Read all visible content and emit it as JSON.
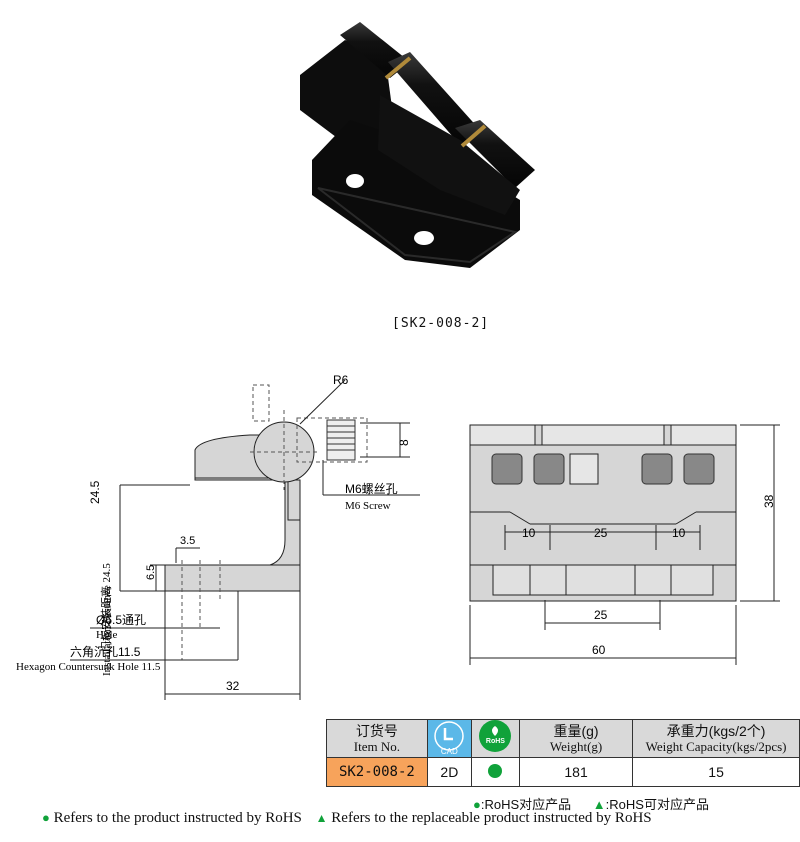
{
  "product": {
    "code_label": "[SK2-008-2]"
  },
  "side_view": {
    "radius_label": "R6",
    "height_screw": "8",
    "screw_label_cn": "M6螺丝孔",
    "screw_label_en": "M6 Screw",
    "install_distance_value": "24.5",
    "install_distance_cn": "门板安装距离",
    "install_distance_en": "Installation Distance 24.5",
    "dim_3_5": "3.5",
    "dim_6_5": "6.5",
    "hole_cn": "Ø6.5通孔",
    "hole_en": "Hole",
    "hex_cn": "六角沉孔11.5",
    "hex_en": "Hexagon Countersunk Hole 11.5",
    "width": "32"
  },
  "front_view": {
    "dim_10_left": "10",
    "dim_25_top": "25",
    "dim_10_right": "10",
    "height": "38",
    "dim_25_bottom": "25",
    "width": "60"
  },
  "table": {
    "headers": {
      "item_cn": "订货号",
      "item_en": "Item No.",
      "cad_badge": "CAD",
      "rohs_badge": "RoHS",
      "weight_cn": "重量(g)",
      "weight_en": "Weight(g)",
      "capacity_cn": "承重力(kgs/2个)",
      "capacity_en": "Weight Capacity(kgs/2pcs)"
    },
    "row": {
      "item_no": "SK2-008-2",
      "cad": "2D",
      "weight": "181",
      "capacity": "15"
    }
  },
  "legend": {
    "dot_cn": ":RoHS对应产品",
    "tri_cn": ":RoHS可对应产品",
    "dot_en": "Refers to the product instructed by RoHS",
    "tri_en": "Refers to the replaceable product instructed by RoHS"
  },
  "colors": {
    "rohs_green": "#10a23a",
    "item_orange": "#f7a35b",
    "cad_blue": "#5bb8e8",
    "header_gray": "#d9d9d9",
    "part_gray": "#d6d6d6"
  }
}
